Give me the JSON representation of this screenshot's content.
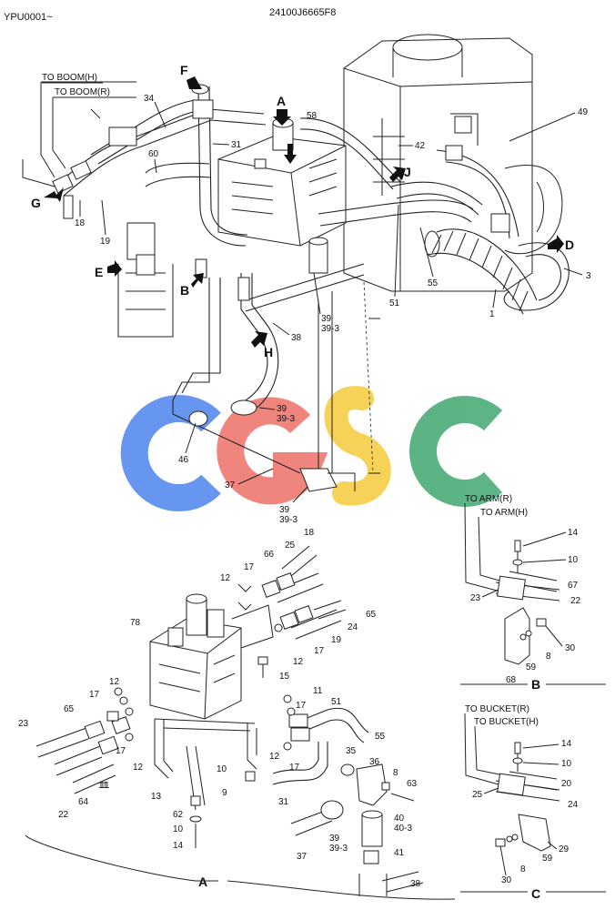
{
  "header": {
    "serial": "YPU0001~",
    "part_number": "24100J6665F8"
  },
  "connections": {
    "to_boom_h": "TO BOOM(H)",
    "to_boom_r": "TO BOOM(R)",
    "to_arm_r": "TO ARM(R)",
    "to_arm_h": "TO ARM(H)",
    "to_bucket_r": "TO BUCKET(R)",
    "to_bucket_h": "TO BUCKET(H)"
  },
  "view_letters": {
    "F": "F",
    "A": "A",
    "G": "G",
    "E": "E",
    "B": "B",
    "H": "H",
    "J": "J",
    "D": "D"
  },
  "section_labels": {
    "A": "A",
    "B": "B",
    "C": "C"
  },
  "watermark": {
    "text": "CGSC",
    "colors": [
      "#5b8ef0",
      "#ee7b72",
      "#f6cf4a",
      "#4fae7b"
    ]
  },
  "callouts_main": [
    "34",
    "31",
    "60",
    "58",
    "42",
    "49",
    "18",
    "19",
    "3",
    "55",
    "51",
    "1",
    "39",
    "39-3",
    "38",
    "39",
    "39-3",
    "46",
    "37",
    "39",
    "39-3"
  ],
  "callouts_detail_a": [
    "18",
    "25",
    "66",
    "17",
    "12",
    "65",
    "24",
    "78",
    "19",
    "17",
    "12",
    "15",
    "11",
    "12",
    "17",
    "23",
    "65",
    "17",
    "12",
    "11",
    "17",
    "51",
    "55",
    "12",
    "17",
    "35",
    "36",
    "8",
    "63",
    "13",
    "10",
    "9",
    "22",
    "64",
    "11",
    "31",
    "62",
    "10",
    "14",
    "39",
    "39-3",
    "40",
    "40-3",
    "41",
    "37",
    "38"
  ],
  "callouts_detail_b": [
    "14",
    "10",
    "67",
    "22",
    "23",
    "30",
    "8",
    "59",
    "68"
  ],
  "callouts_detail_c": [
    "14",
    "10",
    "20",
    "25",
    "24",
    "29",
    "59",
    "8",
    "30"
  ]
}
